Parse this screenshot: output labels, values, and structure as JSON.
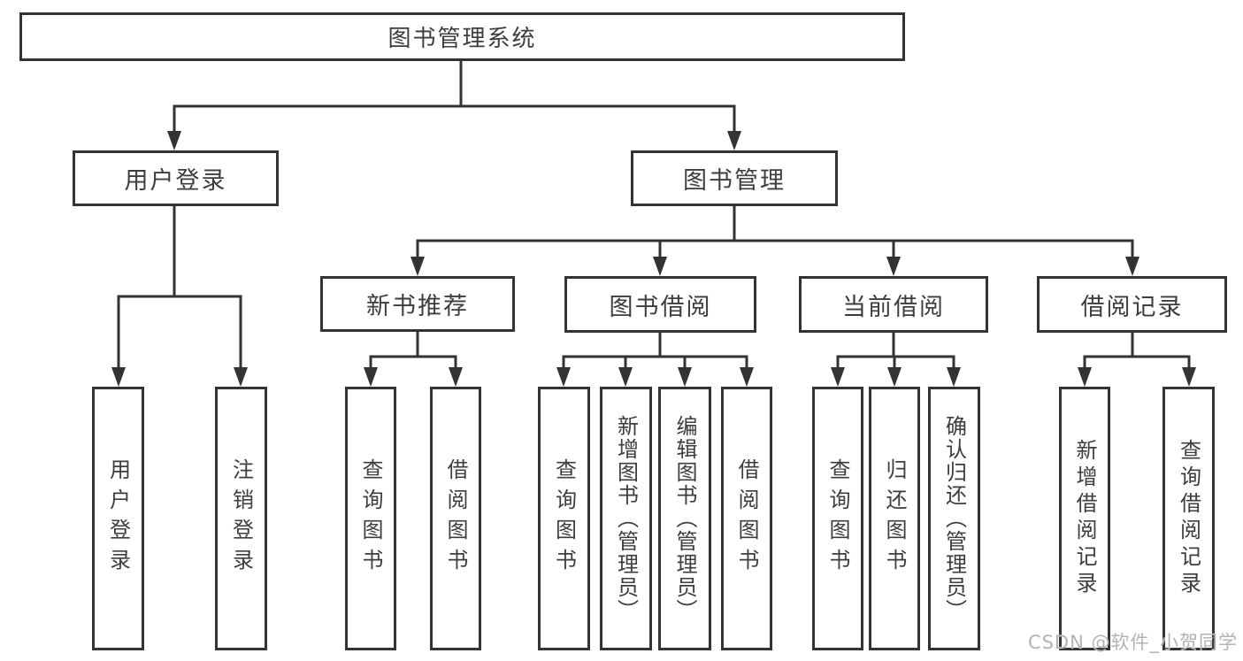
{
  "diagram": {
    "root": "图书管理系统",
    "level2": [
      "用户登录",
      "图书管理"
    ],
    "level3": [
      "新书推荐",
      "图书借阅",
      "当前借阅",
      "借阅记录"
    ],
    "leaves": [
      "用户登录",
      "注销登录",
      "查询图书",
      "借阅图书",
      "查询图书",
      "新增图书（管理员）",
      "编辑图书（管理员）",
      "借阅图书",
      "查询图书",
      "归还图书",
      "确认归还（管理员）",
      "新增借阅记录",
      "查询借阅记录"
    ]
  },
  "watermark": "CSDN @软件_小贺同学",
  "colors": {
    "line": "#333333",
    "box_border": "#333333",
    "text": "#3d3d3d",
    "watermark": "#b3b3b3",
    "background": "#ffffff"
  }
}
